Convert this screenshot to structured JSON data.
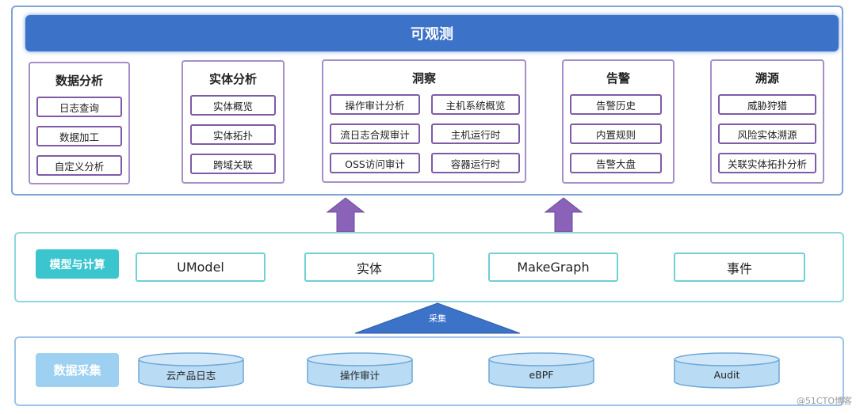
{
  "banner": {
    "title": "可观测"
  },
  "groups": [
    {
      "title": "数据分析",
      "items": [
        "日志查询",
        "数据加工",
        "自定义分析"
      ]
    },
    {
      "title": "实体分析",
      "items": [
        "实体概览",
        "实体拓扑",
        "跨域关联"
      ]
    },
    {
      "title": "洞察",
      "items": [
        "操作审计分析",
        "主机系统概览",
        "流日志合规审计",
        "主机运行时",
        "OSS访问审计",
        "容器运行时"
      ]
    },
    {
      "title": "告警",
      "items": [
        "告警历史",
        "内置规则",
        "告警大盘"
      ]
    },
    {
      "title": "溯源",
      "items": [
        "威胁狩猎",
        "风险实体溯源",
        "关联实体拓扑分析"
      ]
    }
  ],
  "model_layer": {
    "label": "模型与计算",
    "items": [
      "UModel",
      "实体",
      "MakeGraph",
      "事件"
    ]
  },
  "collect": {
    "label": "采集"
  },
  "collection_layer": {
    "label": "数据采集",
    "items": [
      "云产品日志",
      "操作审计",
      "eBPF",
      "Audit"
    ]
  },
  "watermark": "@51CTO博客",
  "colors": {
    "banner": "#3d72c9",
    "group_border": "#a68fc9",
    "item_border": "#7f5aa6",
    "arrow": "#8a63b8",
    "model_tag": "#3bc5cf",
    "collection_tag": "#9ed0f1",
    "cylinder": "#b9dcf4"
  }
}
